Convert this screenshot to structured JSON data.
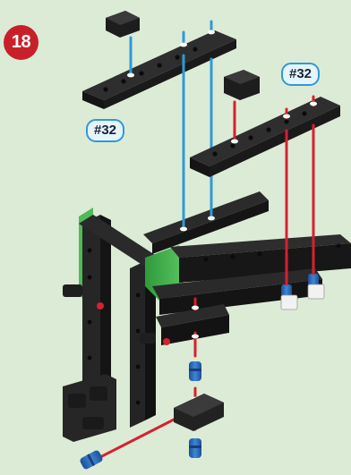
{
  "step": {
    "number": "18"
  },
  "labels": {
    "left_part": "#32",
    "right_part": "#32"
  },
  "colors": {
    "background": "#dcebd6",
    "badge": "#c8202a",
    "blue_guide": "#2e9ad6",
    "red_guide": "#d6212f",
    "brick": "#222222",
    "green_panel": "#3eb54a",
    "blue_connector": "#2c6fc2"
  },
  "icons": [
    "step-number-badge",
    "connector-peg-icon"
  ]
}
